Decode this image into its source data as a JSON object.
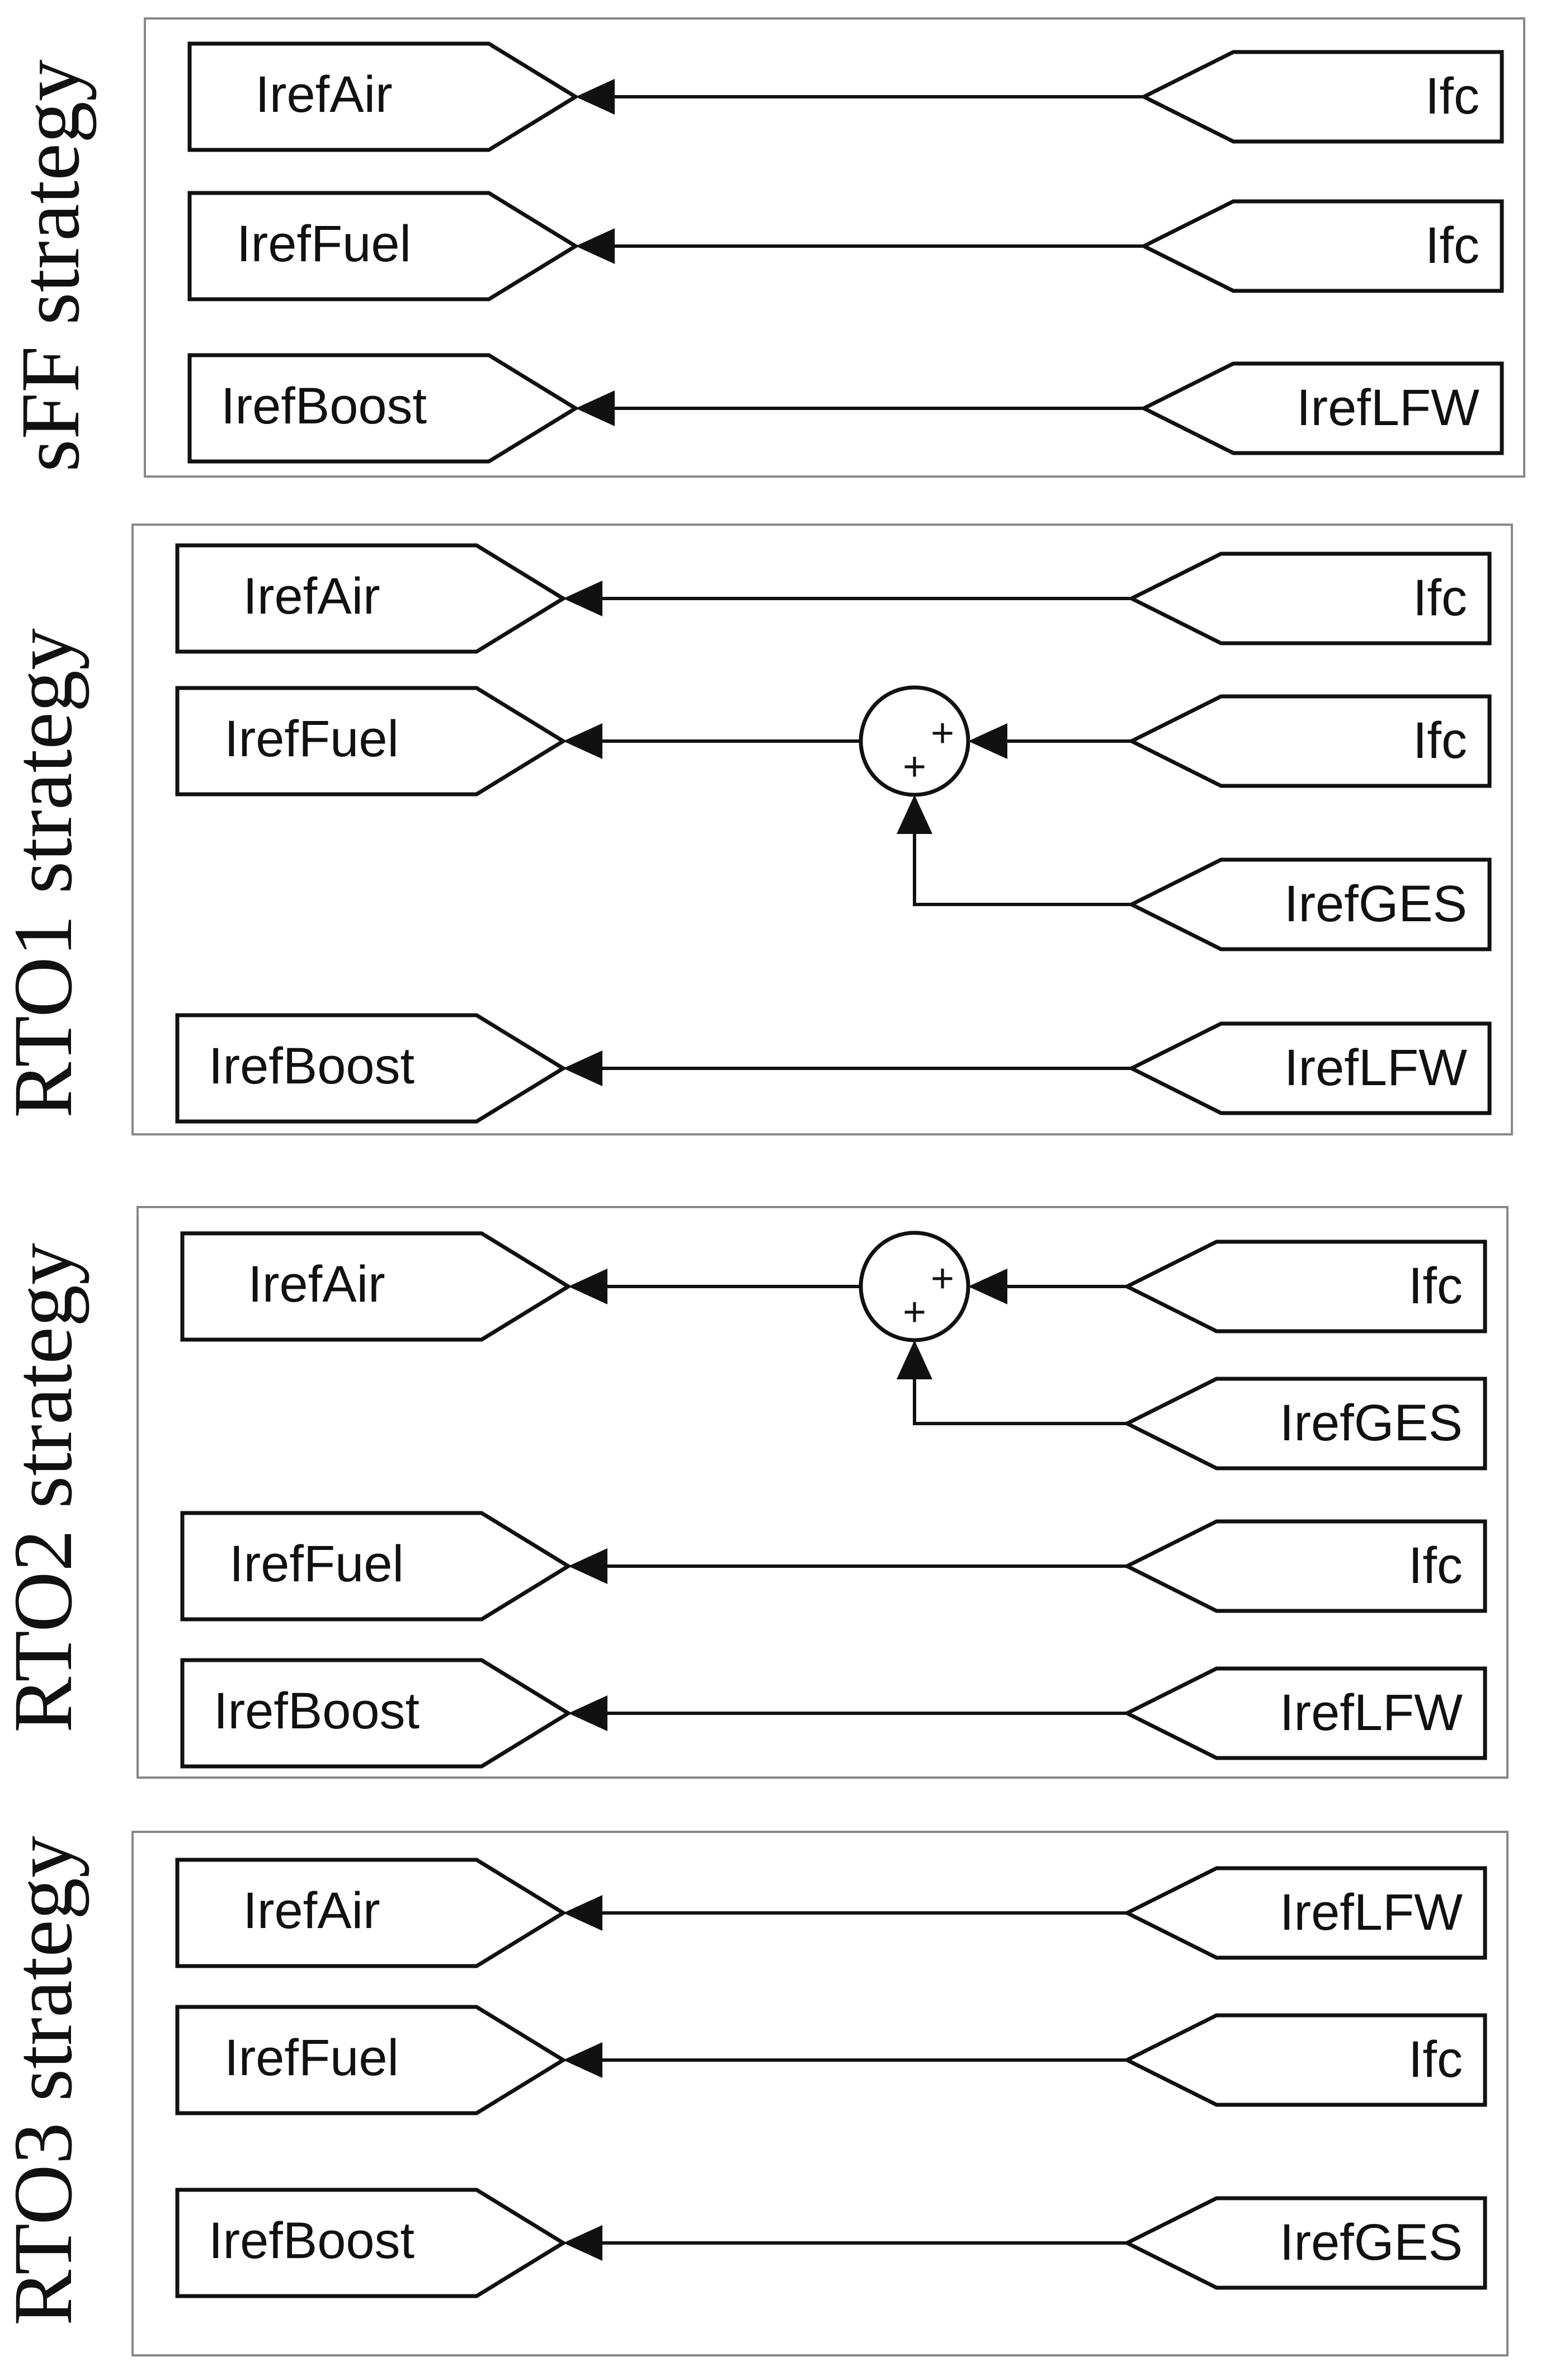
{
  "strategies": [
    {
      "label": "sFF strategy",
      "rows": [
        {
          "out": "IrefAir",
          "in": "Ifc"
        },
        {
          "out": "IrefFuel",
          "in": "Ifc"
        },
        {
          "out": "IrefBoost",
          "in": "IrefLFW"
        }
      ]
    },
    {
      "label": "RTO1 strategy",
      "rows": [
        {
          "out": "IrefAir",
          "in": "Ifc"
        },
        {
          "out": "IrefFuel",
          "in": "Ifc",
          "sum": {
            "in": "IrefGES",
            "signs": [
              "+",
              "+"
            ]
          }
        },
        {
          "out": "IrefBoost",
          "in": "IrefLFW"
        }
      ]
    },
    {
      "label": "RTO2 strategy",
      "rows": [
        {
          "out": "IrefAir",
          "in": "Ifc",
          "sum": {
            "in": "IrefGES",
            "signs": [
              "+",
              "+"
            ]
          }
        },
        {
          "out": "IrefFuel",
          "in": "Ifc"
        },
        {
          "out": "IrefBoost",
          "in": "IrefLFW"
        }
      ]
    },
    {
      "label": "RTO3 strategy",
      "rows": [
        {
          "out": "IrefAir",
          "in": "IrefLFW"
        },
        {
          "out": "IrefFuel",
          "in": "Ifc"
        },
        {
          "out": "IrefBoost",
          "in": "IrefGES"
        }
      ]
    }
  ]
}
